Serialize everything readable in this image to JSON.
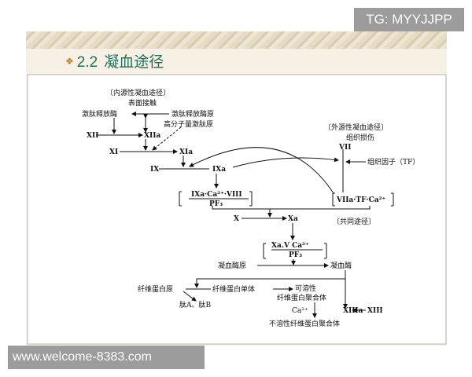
{
  "watermark_top": "TG: MYYJJPP",
  "watermark_bottom": "www.welcome-8383.com",
  "slide": {
    "bullet_icon": "diamond-bullet-icon",
    "section_number": "2.2",
    "section_title": "凝血途径"
  },
  "diagram": {
    "intrinsic_label": "〔内源性凝血途径〕",
    "surface_contact": "表面接触",
    "kallikrein": "激肽释放酶",
    "prekallikrein": "激肽释放酶原",
    "hmw_kininogen": "高分子量激肽原",
    "f12": "XII",
    "f12a": "XIIa",
    "f11": "XI",
    "f11a": "XIa",
    "f9": "IX",
    "f9a": "IXa",
    "extrinsic_label": "〔外源性凝血途径〕",
    "tissue_damage": "组织损伤",
    "f7": "VII",
    "tissue_factor": "组织因子（TF）",
    "tenase_top": "IXa·Ca²⁺·VIII",
    "tenase_bottom": "PF₃",
    "extrinsic_complex": "VIIa·TF·Ca²⁺",
    "f10": "X",
    "f10a": "Xa",
    "common_label": "〔共同途径〕",
    "prothrombinase_top": "Xa.V  Ca²⁺",
    "prothrombinase_bottom": "PF₃",
    "prothrombin": "凝血酶原",
    "thrombin": "凝血酶",
    "fibrinogen": "纤维蛋白原",
    "fibrin_monomer": "纤维蛋白单体",
    "soluble_1": "可溶性",
    "soluble_2": "纤维蛋白聚合体",
    "peptides": "肽A、肽B",
    "calcium": "Ca²⁺",
    "f13a": "XIIIa",
    "f13": "XIII",
    "insoluble": "不溶性纤维蛋白聚合体"
  }
}
